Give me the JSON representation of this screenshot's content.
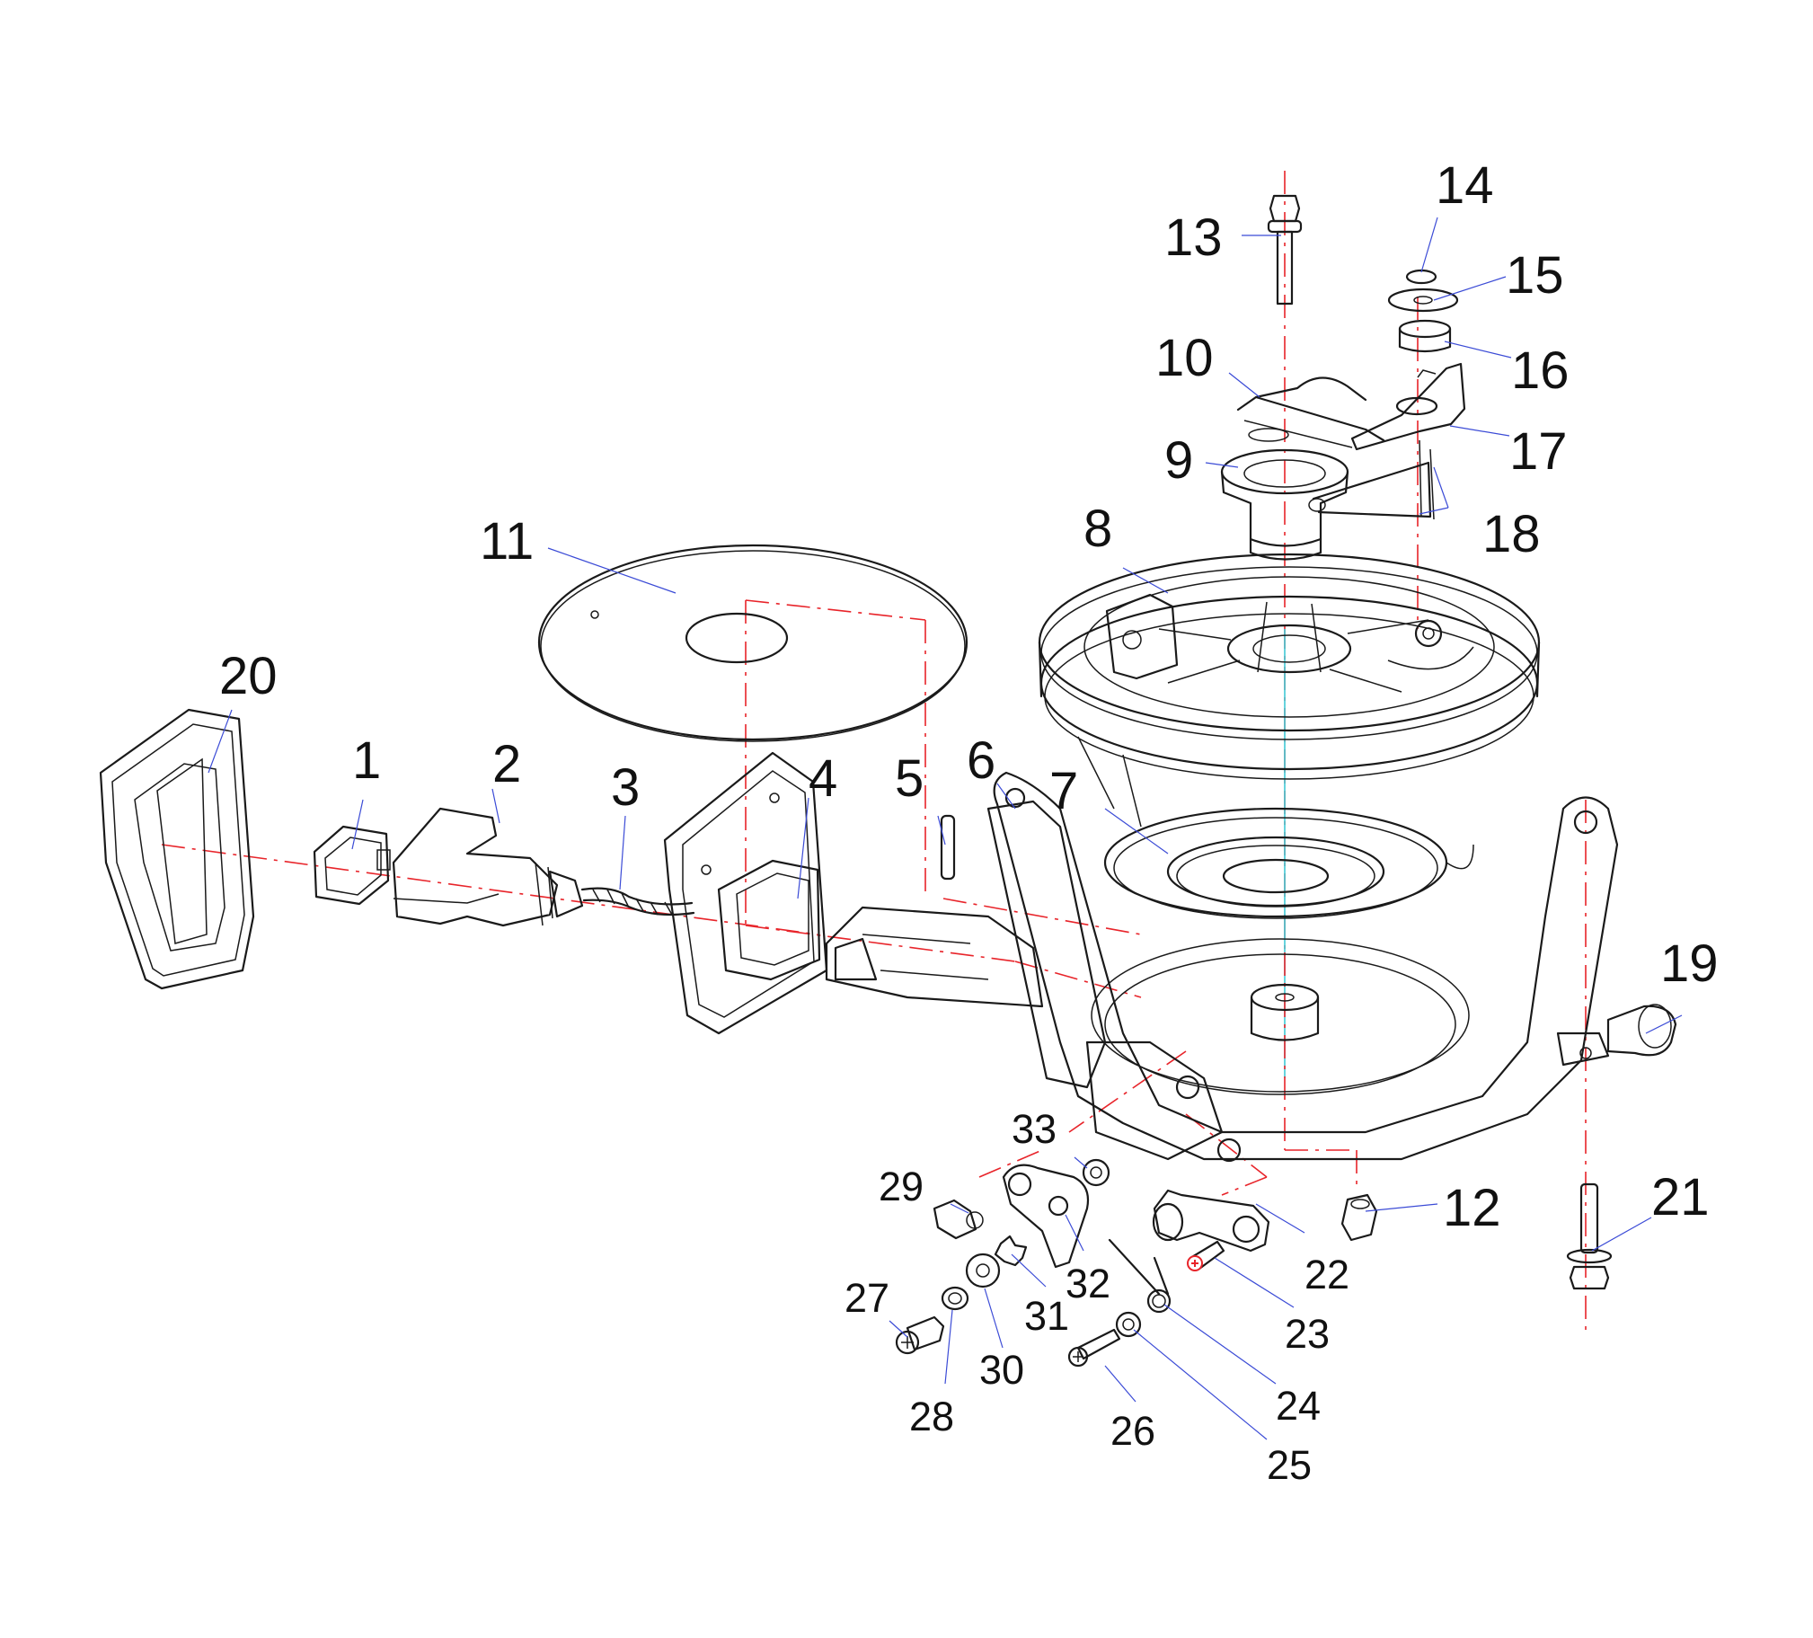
{
  "callouts": {
    "c1": "1",
    "c2": "2",
    "c3": "3",
    "c4": "4",
    "c5": "5",
    "c6": "6",
    "c7": "7",
    "c8": "8",
    "c9": "9",
    "c10": "10",
    "c11": "11",
    "c12": "12",
    "c13": "13",
    "c14": "14",
    "c15": "15",
    "c16": "16",
    "c17": "17",
    "c18": "18",
    "c19": "19",
    "c20": "20",
    "c21": "21",
    "c22": "22",
    "c23": "23",
    "c24": "24",
    "c25": "25",
    "c26": "26",
    "c27": "27",
    "c28": "28",
    "c29": "29",
    "c30": "30",
    "c31": "31",
    "c32": "32",
    "c33": "33"
  },
  "colors": {
    "line": "#1a1a1a",
    "centerline": "#e8242a",
    "leader": "#3b4bd6",
    "axis_secondary": "#3fc9d6"
  }
}
